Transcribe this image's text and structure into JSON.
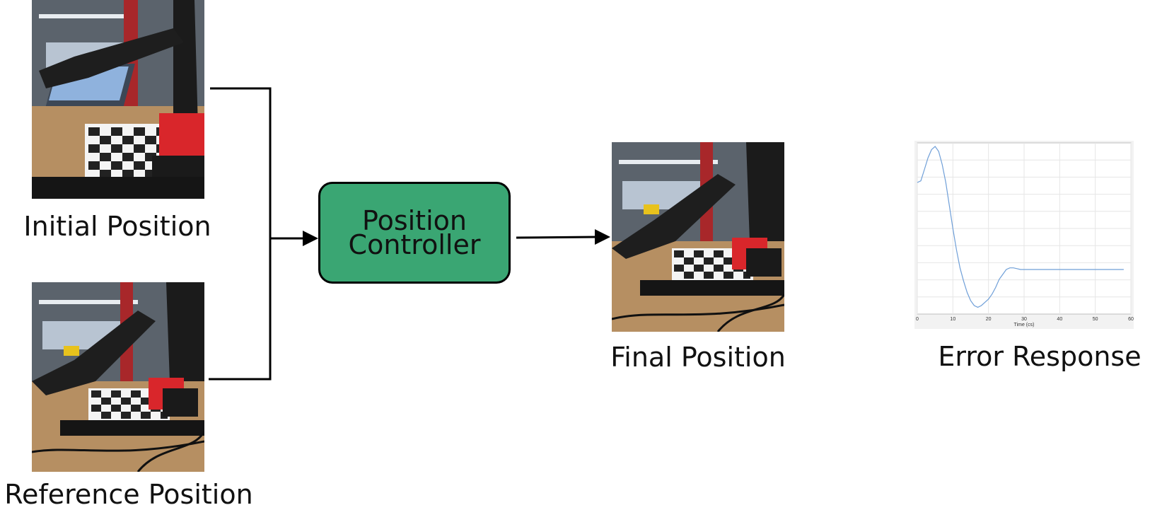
{
  "nodes": {
    "initial_position": {
      "label": "Initial Position"
    },
    "reference_position": {
      "label": "Reference Position"
    },
    "controller": {
      "label_line1": "Position",
      "label_line2": "Controller"
    },
    "final_position": {
      "label": "Final Position"
    },
    "error_response": {
      "label": "Error Response"
    }
  },
  "colors": {
    "controller_fill": "#3aa673",
    "line": "#000000",
    "plot_line": "#6f9fd8",
    "plot_grid": "#e6e6e6"
  },
  "icons": [
    "robot-arm-photo-icon",
    "arrow-right-icon"
  ],
  "chart_data": {
    "type": "line",
    "xlabel": "Time (cs)",
    "xticks": [
      0,
      10,
      20,
      30,
      40,
      50,
      60
    ],
    "xlim": [
      0,
      60
    ],
    "ylim": [
      0,
      10
    ],
    "grid": true,
    "series": [
      {
        "x": [
          0,
          1,
          2,
          3,
          4,
          5,
          6,
          7,
          8,
          9,
          10,
          11,
          12,
          13,
          14,
          15,
          16,
          17,
          18,
          19,
          20,
          21,
          22,
          23,
          24,
          25,
          26,
          27,
          28,
          29,
          30,
          32,
          35,
          40,
          45,
          50,
          55,
          58
        ],
        "values": [
          7.8,
          7.9,
          8.6,
          9.3,
          9.8,
          10.0,
          9.7,
          8.9,
          7.8,
          6.4,
          5.0,
          3.7,
          2.6,
          1.8,
          1.1,
          0.6,
          0.3,
          0.2,
          0.3,
          0.5,
          0.7,
          1.0,
          1.4,
          1.9,
          2.2,
          2.5,
          2.6,
          2.6,
          2.55,
          2.5,
          2.5,
          2.5,
          2.5,
          2.5,
          2.5,
          2.5,
          2.5,
          2.5
        ]
      }
    ]
  }
}
